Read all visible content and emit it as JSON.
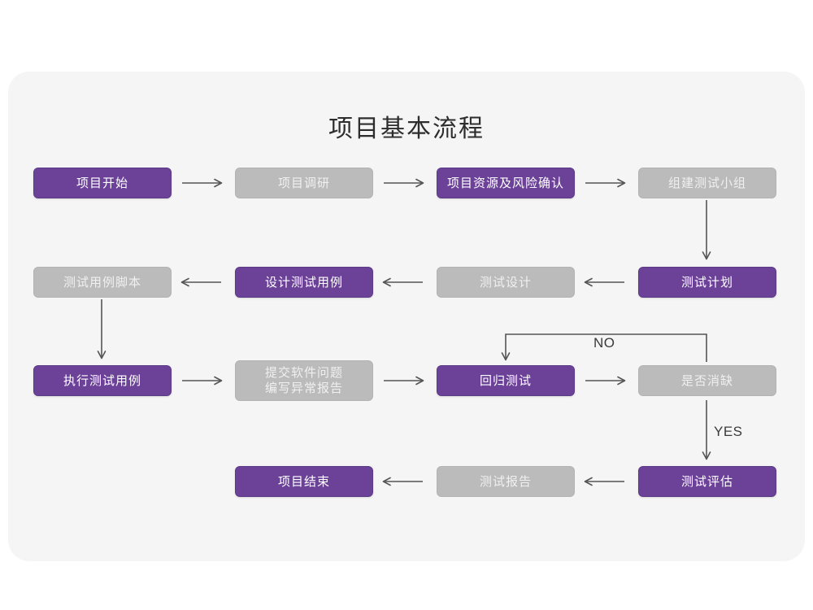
{
  "diagram": {
    "title": "项目基本流程",
    "colors": {
      "purple": "#6B4298",
      "gray": "#BBBBBB",
      "card_bg": "#F5F5F5",
      "page_bg": "#FFFFFF",
      "arrow": "#555555"
    },
    "nodes": [
      {
        "id": "n1",
        "label": "项目开始",
        "style": "purple",
        "row": 1,
        "col": 1
      },
      {
        "id": "n2",
        "label": "项目调研",
        "style": "gray",
        "row": 1,
        "col": 2
      },
      {
        "id": "n3",
        "label": "项目资源及风险确认",
        "style": "purple",
        "row": 1,
        "col": 3
      },
      {
        "id": "n4",
        "label": "组建测试小组",
        "style": "gray",
        "row": 1,
        "col": 4
      },
      {
        "id": "n5",
        "label": "测试用例脚本",
        "style": "gray",
        "row": 2,
        "col": 1
      },
      {
        "id": "n6",
        "label": "设计测试用例",
        "style": "purple",
        "row": 2,
        "col": 2
      },
      {
        "id": "n7",
        "label": "测试设计",
        "style": "gray",
        "row": 2,
        "col": 3
      },
      {
        "id": "n8",
        "label": "测试计划",
        "style": "purple",
        "row": 2,
        "col": 4
      },
      {
        "id": "n9",
        "label": "执行测试用例",
        "style": "purple",
        "row": 3,
        "col": 1
      },
      {
        "id": "n10",
        "label": "提交软件问题\n编写异常报告",
        "style": "gray",
        "row": 3,
        "col": 2
      },
      {
        "id": "n11",
        "label": "回归测试",
        "style": "purple",
        "row": 3,
        "col": 3
      },
      {
        "id": "n12",
        "label": "是否消缺",
        "style": "gray",
        "row": 3,
        "col": 4
      },
      {
        "id": "n13",
        "label": "项目结束",
        "style": "purple",
        "row": 4,
        "col": 2
      },
      {
        "id": "n14",
        "label": "测试报告",
        "style": "gray",
        "row": 4,
        "col": 3
      },
      {
        "id": "n15",
        "label": "测试评估",
        "style": "purple",
        "row": 4,
        "col": 4
      }
    ],
    "edge_labels": {
      "no": "NO",
      "yes": "YES"
    },
    "edges": [
      {
        "from": "n1",
        "to": "n2",
        "dir": "right"
      },
      {
        "from": "n2",
        "to": "n3",
        "dir": "right"
      },
      {
        "from": "n3",
        "to": "n4",
        "dir": "right"
      },
      {
        "from": "n4",
        "to": "n8",
        "dir": "down"
      },
      {
        "from": "n8",
        "to": "n7",
        "dir": "left"
      },
      {
        "from": "n7",
        "to": "n6",
        "dir": "left"
      },
      {
        "from": "n6",
        "to": "n5",
        "dir": "left"
      },
      {
        "from": "n5",
        "to": "n9",
        "dir": "down"
      },
      {
        "from": "n9",
        "to": "n10",
        "dir": "right"
      },
      {
        "from": "n10",
        "to": "n11",
        "dir": "right"
      },
      {
        "from": "n11",
        "to": "n12",
        "dir": "right"
      },
      {
        "from": "n12",
        "to": "n11",
        "dir": "loop",
        "label": "NO"
      },
      {
        "from": "n12",
        "to": "n15",
        "dir": "down",
        "label": "YES"
      },
      {
        "from": "n15",
        "to": "n14",
        "dir": "left"
      },
      {
        "from": "n14",
        "to": "n13",
        "dir": "left"
      }
    ]
  }
}
